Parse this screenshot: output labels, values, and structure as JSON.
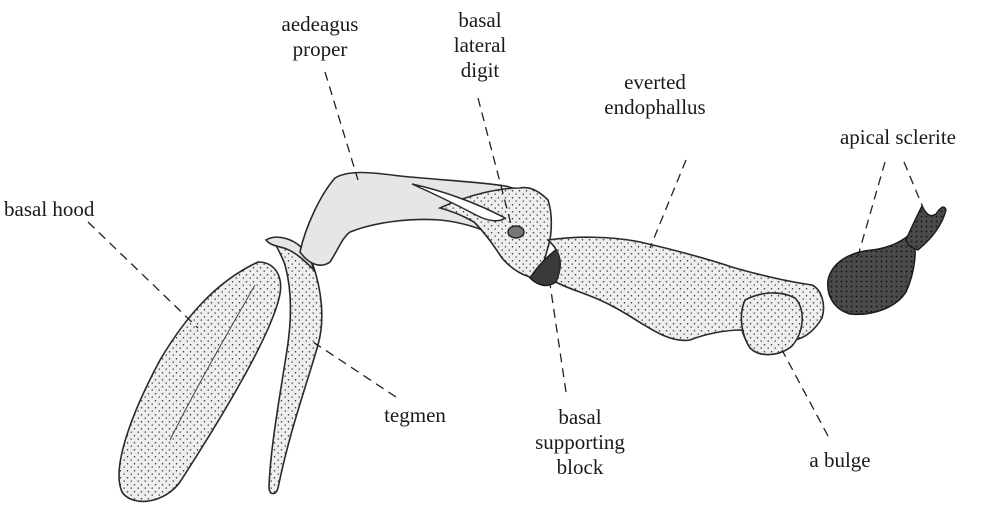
{
  "labels": {
    "aedeagus_proper": [
      "aedeagus",
      "proper"
    ],
    "basal_lateral_digit": [
      "basal",
      "lateral",
      "digit"
    ],
    "everted_endophallus": [
      "everted",
      "endophallus"
    ],
    "apical_sclerite": [
      "apical sclerite"
    ],
    "basal_hood": [
      "basal hood"
    ],
    "tegmen": [
      "tegmen"
    ],
    "basal_supporting_block": [
      "basal",
      "supporting",
      "block"
    ],
    "a_bulge": [
      "a bulge"
    ]
  },
  "colors": {
    "ink": "#1a1a1a",
    "fill_light": "#e6e6e6",
    "fill_dark": "#3a3a3a"
  }
}
